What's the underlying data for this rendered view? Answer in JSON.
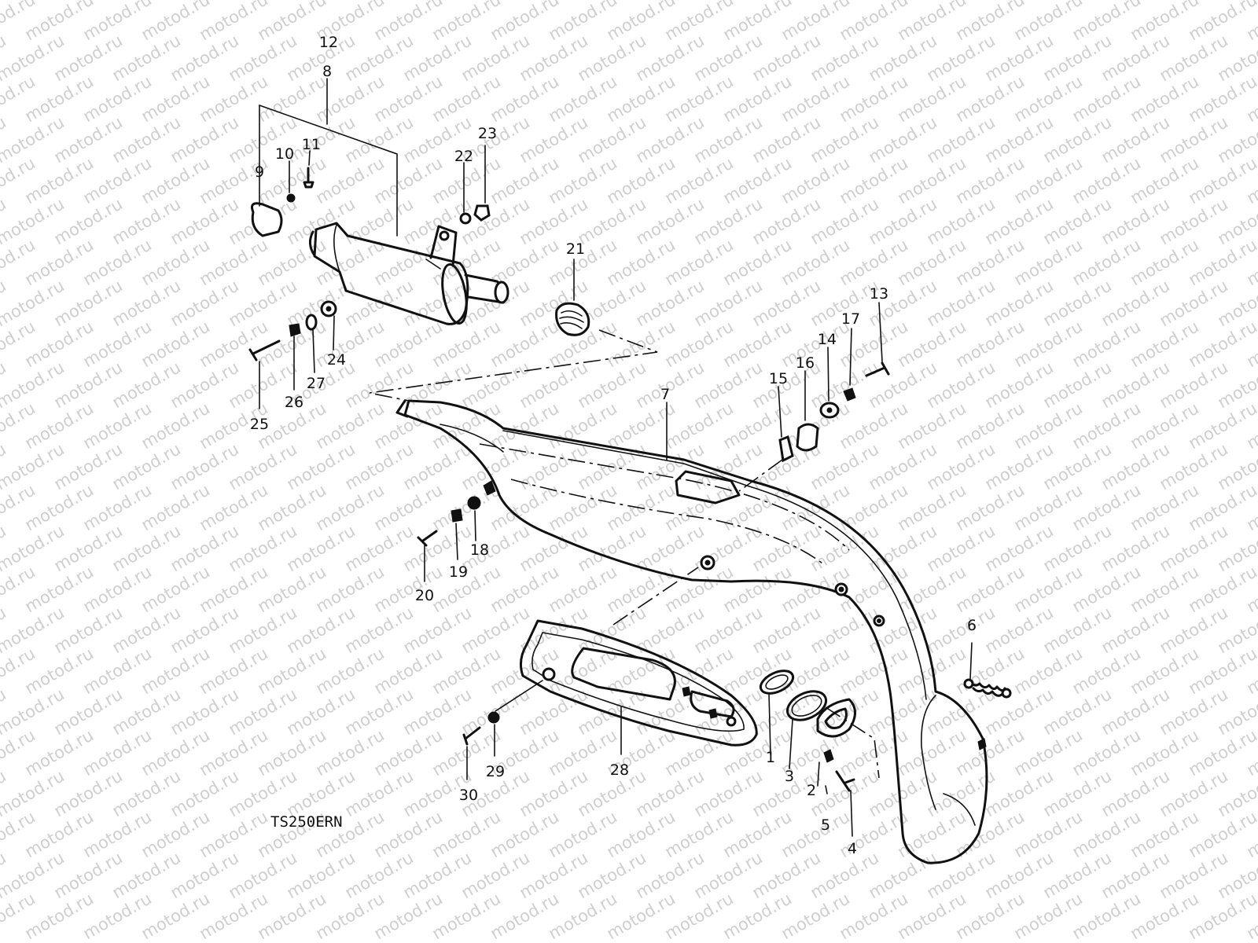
{
  "watermark": "motod.ru",
  "model_code": "TS250ERN",
  "callouts": [
    {
      "id": "c12",
      "text": "12"
    },
    {
      "id": "c8",
      "text": "8"
    },
    {
      "id": "c9",
      "text": "9"
    },
    {
      "id": "c10",
      "text": "10"
    },
    {
      "id": "c11",
      "text": "11"
    },
    {
      "id": "c22",
      "text": "22"
    },
    {
      "id": "c23",
      "text": "23"
    },
    {
      "id": "c21",
      "text": "21"
    },
    {
      "id": "c24",
      "text": "24"
    },
    {
      "id": "c27",
      "text": "27"
    },
    {
      "id": "c26",
      "text": "26"
    },
    {
      "id": "c25",
      "text": "25"
    },
    {
      "id": "c7",
      "text": "7"
    },
    {
      "id": "c15",
      "text": "15"
    },
    {
      "id": "c16",
      "text": "16"
    },
    {
      "id": "c14",
      "text": "14"
    },
    {
      "id": "c17",
      "text": "17"
    },
    {
      "id": "c13",
      "text": "13"
    },
    {
      "id": "c18",
      "text": "18"
    },
    {
      "id": "c19",
      "text": "19"
    },
    {
      "id": "c20",
      "text": "20"
    },
    {
      "id": "c6",
      "text": "6"
    },
    {
      "id": "c28",
      "text": "28"
    },
    {
      "id": "c29",
      "text": "29"
    },
    {
      "id": "c30",
      "text": "30"
    },
    {
      "id": "c1",
      "text": "1"
    },
    {
      "id": "c3",
      "text": "3"
    },
    {
      "id": "c2",
      "text": "2"
    },
    {
      "id": "c5",
      "text": "5"
    },
    {
      "id": "c4",
      "text": "4"
    }
  ]
}
